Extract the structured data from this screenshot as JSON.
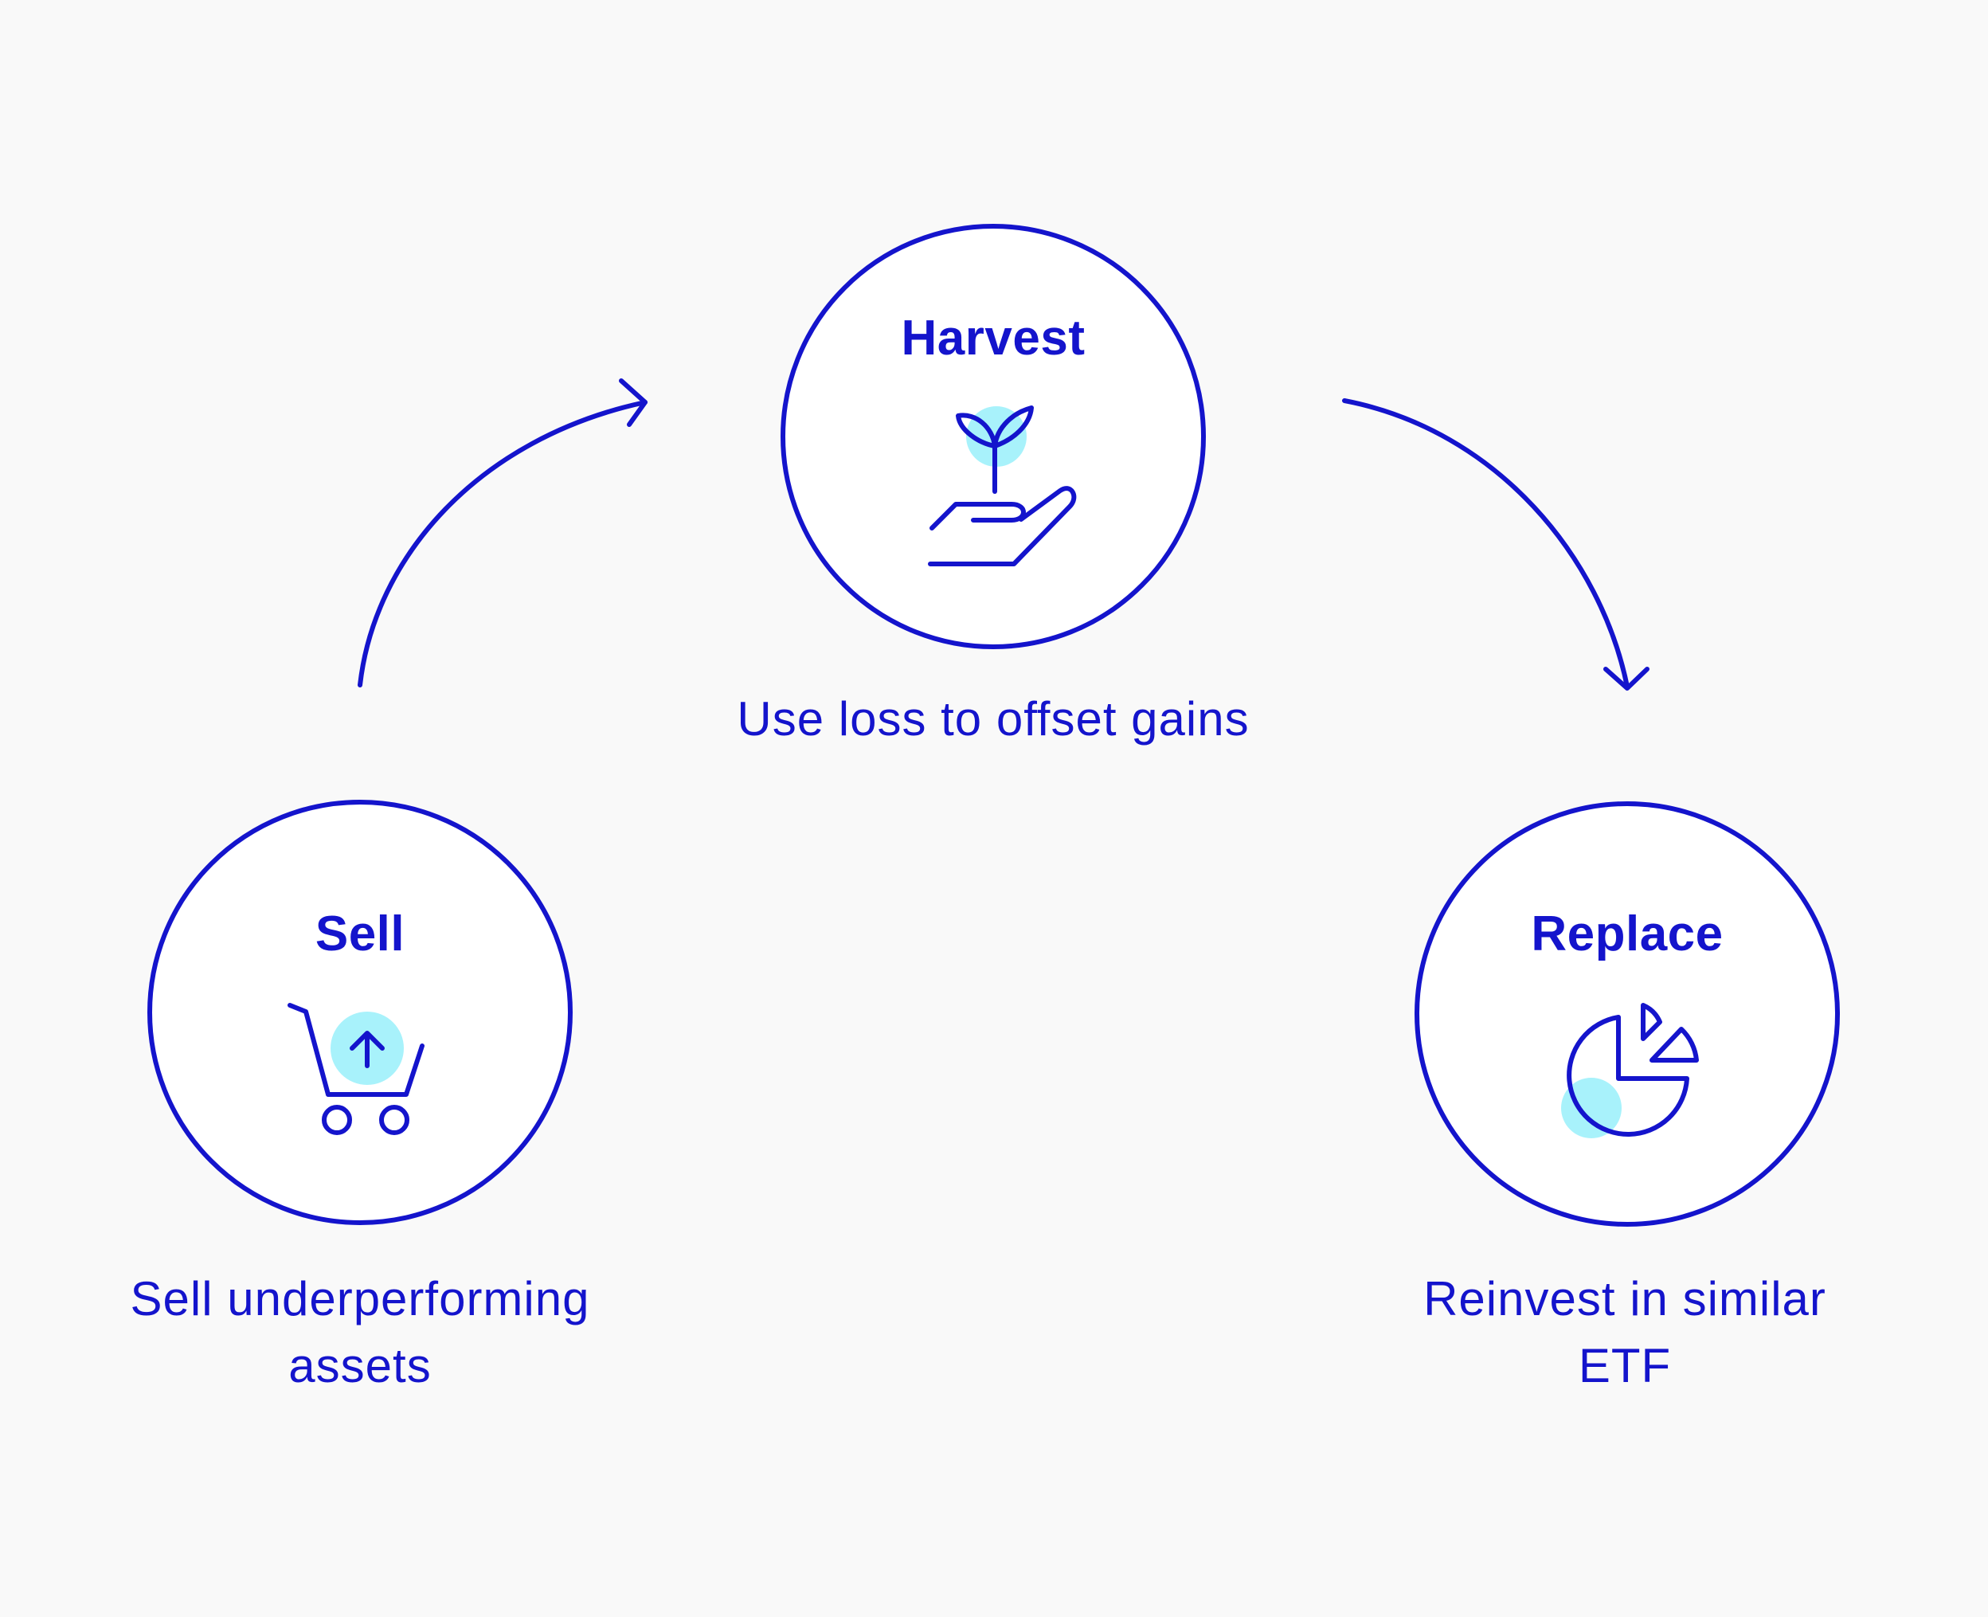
{
  "colors": {
    "primary": "#1414cc",
    "accent": "#a8f2fb",
    "background": "#f9f9f9",
    "circle_fill": "#ffffff"
  },
  "steps": {
    "harvest": {
      "title": "Harvest",
      "description": "Use loss to offset gains",
      "icon": "plant-in-hand-icon"
    },
    "sell": {
      "title": "Sell",
      "description": "Sell underperforming assets",
      "icon": "shopping-cart-up-arrow-icon"
    },
    "replace": {
      "title": "Replace",
      "description": "Reinvest in similar ETF",
      "icon": "pie-chart-icon"
    }
  },
  "flow": [
    "sell",
    "harvest",
    "replace"
  ]
}
